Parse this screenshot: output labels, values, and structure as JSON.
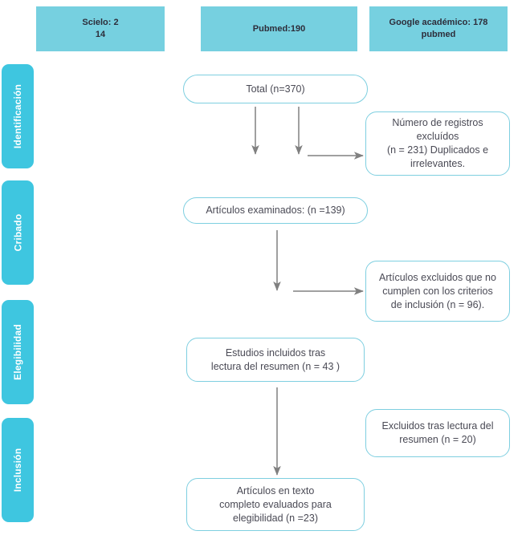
{
  "diagram": {
    "title": "PRISMA flow diagram",
    "colors": {
      "header_fill": "#76d0e0",
      "stage_tab_fill": "#3ec6e0",
      "node_border": "#7ecfe0",
      "node_text": "#4a4a55",
      "arrow": "#808080",
      "background": "#ffffff"
    }
  },
  "sources": [
    {
      "name": "source-scielo",
      "text": "Scielo: 2\n14"
    },
    {
      "name": "source-pubmed",
      "text": "Pubmed:190"
    },
    {
      "name": "source-google",
      "text": "Google académico: 178\npubmed"
    }
  ],
  "stages": [
    {
      "name": "stage-identificacion",
      "label": "Identificación"
    },
    {
      "name": "stage-cribado",
      "label": "Cribado"
    },
    {
      "name": "stage-elegibilidad",
      "label": "Elegibilidad"
    },
    {
      "name": "stage-inclusion",
      "label": "Inclusión"
    }
  ],
  "nodes": {
    "total": "Total (n=370)",
    "excluidos_duplicados": "Número de registros\nexcluídos\n(n = 231) Duplicados e\nirrelevantes.",
    "examinados": "Artículos examinados: (n =139)",
    "excluidos_criterios": "Artículos excluidos que no\ncumplen con los criterios\nde inclusión (n = 96).",
    "estudios_incluidos": "Estudios incluidos tras\nlectura del resumen  (n = 43 )",
    "excluidos_resumen": "Excluidos tras lectura del\nresumen (n = 20)",
    "texto_completo": "Artículos en texto\ncompleto evaluados para\nelegibilidad (n =23)"
  },
  "chart_data": {
    "type": "diagram",
    "title": "PRISMA flow diagram",
    "stages": [
      "Identificación",
      "Cribado",
      "Elegibilidad",
      "Inclusión"
    ],
    "sources": [
      {
        "label": "Scielo",
        "value": 2
      },
      {
        "label": "Scielo (second line)",
        "value": 14
      },
      {
        "label": "Pubmed",
        "value": 190
      },
      {
        "label": "Google académico pubmed",
        "value": 178
      }
    ],
    "flow": [
      {
        "label": "Total",
        "n": 370
      },
      {
        "label": "Número de registros excluídos (Duplicados e irrelevantes)",
        "n": 231,
        "excluded": true
      },
      {
        "label": "Artículos examinados",
        "n": 139
      },
      {
        "label": "Artículos excluidos que no cumplen con los criterios de inclusión",
        "n": 96,
        "excluded": true
      },
      {
        "label": "Estudios incluidos tras lectura del resumen",
        "n": 43
      },
      {
        "label": "Excluidos tras lectura del resumen",
        "n": 20,
        "excluded": true
      },
      {
        "label": "Artículos en texto completo evaluados para elegibilidad",
        "n": 23
      }
    ]
  }
}
